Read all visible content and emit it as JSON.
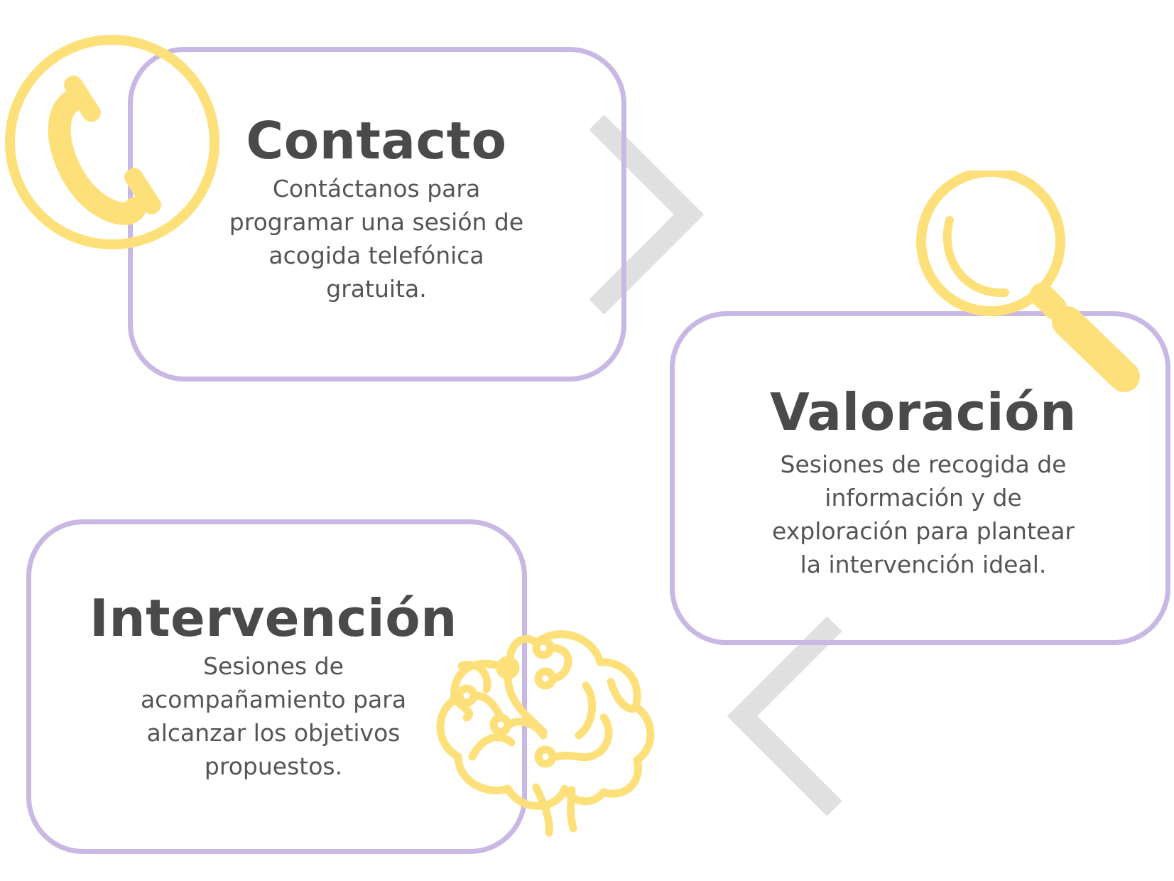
{
  "colors": {
    "card_border": "#c8b8e3",
    "icon_yellow": "#fde07a",
    "arrow_gray": "#e0e0e0",
    "title_text": "#4a4a4a",
    "body_text": "#555555"
  },
  "steps": [
    {
      "title": "Contacto",
      "description": [
        "Contáctanos para",
        "programar una sesión de",
        "acogida telefónica",
        "gratuita."
      ],
      "icon": "phone-icon"
    },
    {
      "title": "Valoración",
      "description": [
        "Sesiones de recogida de",
        "información y de",
        "exploración para plantear",
        "la intervención ideal."
      ],
      "icon": "magnifier-icon"
    },
    {
      "title": "Intervención",
      "description": [
        "Sesiones de",
        "acompañamiento para",
        "alcanzar los objetivos",
        "propuestos."
      ],
      "icon": "brain-icon"
    }
  ],
  "arrows": [
    "chevron-right-icon",
    "chevron-left-icon"
  ]
}
